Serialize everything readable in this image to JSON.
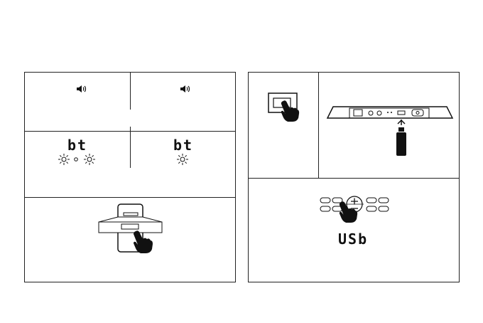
{
  "left_panel": {
    "pairing_left_display": "bt",
    "pairing_right_display": "bt"
  },
  "right_panel": {
    "usb_display": "USb"
  },
  "icons": {
    "speaker": "speaker-volume-icon",
    "blink": "blinking-light-icon",
    "hand": "pointing-hand-icon",
    "usb_drive": "usb-drive-icon"
  },
  "colors": {
    "line": "#222222",
    "fill": "#111111",
    "background": "#ffffff"
  }
}
